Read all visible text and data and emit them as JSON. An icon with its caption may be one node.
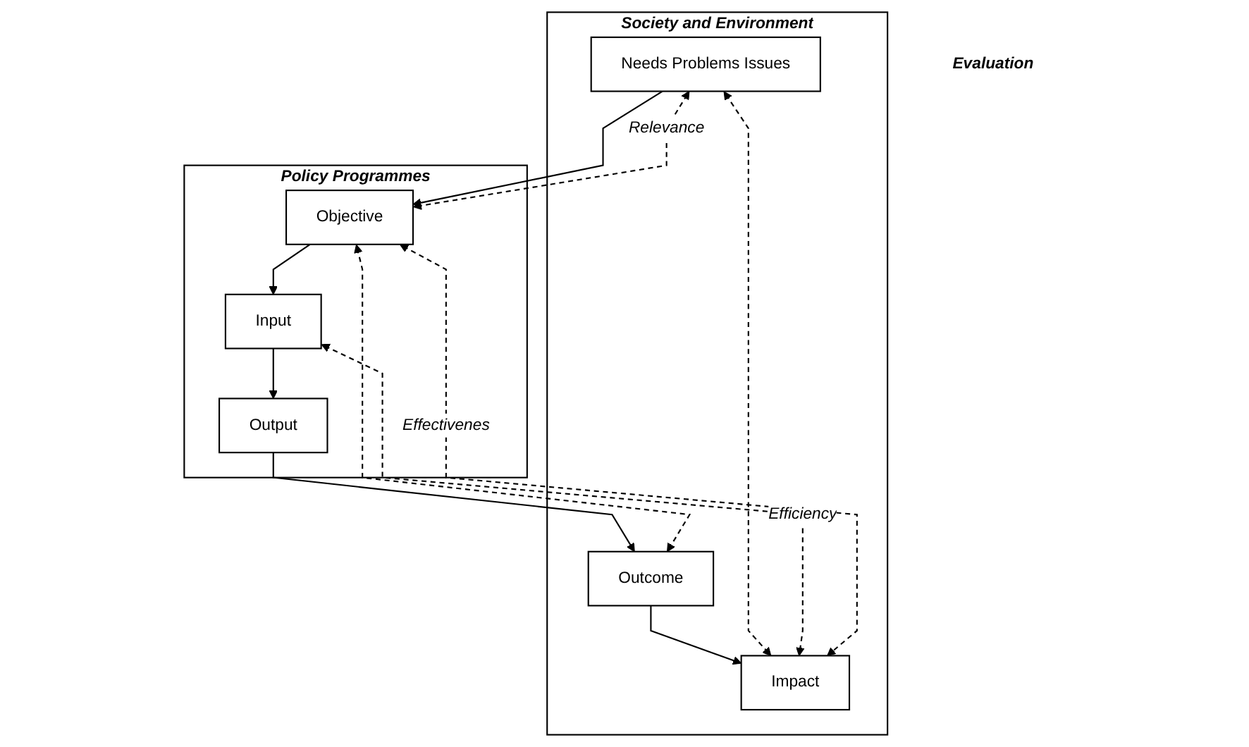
{
  "diagram": {
    "nodes": [
      {
        "text": [
          "Society and Environment"
        ]
      },
      {
        "text": [
          "Needs Problems Issues"
        ],
        "in": 0
      },
      {
        "text": [
          "Outcome"
        ],
        "in": 0
      },
      {
        "text": [
          "Impact"
        ],
        "in": 0
      },
      {
        "text": [
          "Policy Programmes"
        ]
      },
      {
        "text": [
          "Objective"
        ],
        "in": 4
      },
      {
        "text": [
          "Input"
        ],
        "in": 4
      },
      {
        "text": [
          "Output"
        ],
        "in": 4
      },
      {
        "text": [
          "Evaluation"
        ]
      }
    ],
    "edges": [
      {
        "from": 1,
        "to": 5,
        "arrow": "to"
      },
      {
        "from": 5,
        "to": 6,
        "arrow": "to"
      },
      {
        "from": 6,
        "to": 7,
        "arrow": "to"
      },
      {
        "from": 7,
        "to": 2,
        "arrow": "to"
      },
      {
        "from": 2,
        "to": 3,
        "arrow": "to"
      },
      {
        "from": 5,
        "to": 1,
        "arrow": "both",
        "style": "dashed",
        "label": "Relevance"
      },
      {
        "from": 1,
        "to": 3,
        "arrow": "both",
        "style": "dashed"
      },
      {
        "from": 6,
        "to": 3,
        "arrow": "both",
        "style": "dashed",
        "label": "Efficiency"
      },
      {
        "from": 5,
        "to": 3,
        "arrow": "both",
        "style": "dashed",
        "label": "Effectivenes"
      },
      {
        "from": 5,
        "to": 2,
        "arrow": "both",
        "style": "dashed"
      }
    ]
  }
}
